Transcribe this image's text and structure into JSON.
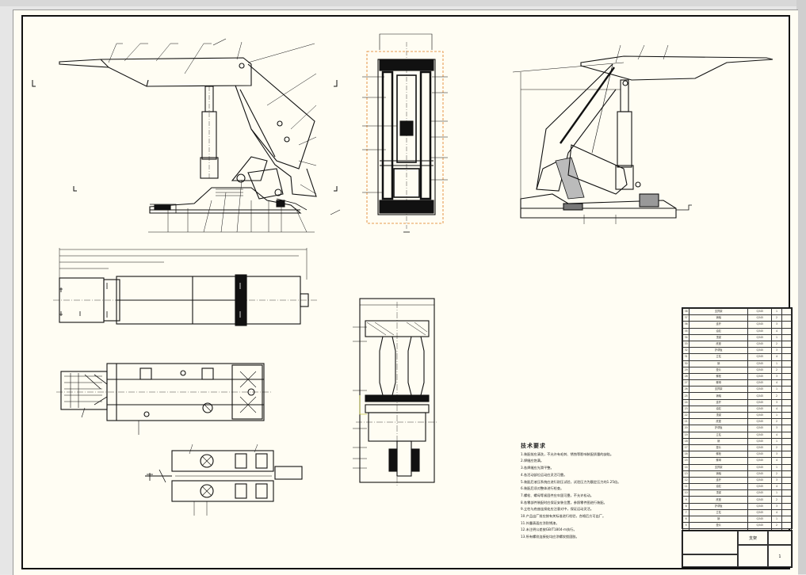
{
  "notes": {
    "title": "技术要求",
    "lines": [
      "1.装配前应清洗，不允许有毛刺、锈蚀等影响装配质量的缺陷。",
      "2.焊缝应饱满。",
      "3.各焊缝应光滑平整。",
      "4.各活动部位运动应灵活可靠。",
      "5.装配后液压系统应进行耐压试验，试验压力为额定压力的1.25倍。",
      "6.装配后须对整体进行检查。",
      "7.螺栓、螺母等紧固件应牢固可靠，不允许松动。",
      "8.各零部件装配时应保证安装位置，参照零件图进行装配。",
      "9.立柱与底座连接处应注意对中，保证运动灵活。",
      "10.产品出厂前应按有关标准进行检验，合格后方可出厂。",
      "11.外露表面应涂防锈漆。",
      "12.未注明公差按GB/T1804-m执行。",
      "13.所有螺纹连接处均应涂螺纹锁固胶。"
    ]
  },
  "bom": {
    "material_label": "Q345",
    "part_labels": [
      "支撑架",
      "销轴",
      "连杆",
      "油缸",
      "顶梁",
      "底座",
      "护帮板",
      "立柱",
      "销",
      "垫片",
      "螺栓",
      "螺母"
    ]
  },
  "title_block": {
    "drawing_name": "支架",
    "sheet_no": "1"
  }
}
